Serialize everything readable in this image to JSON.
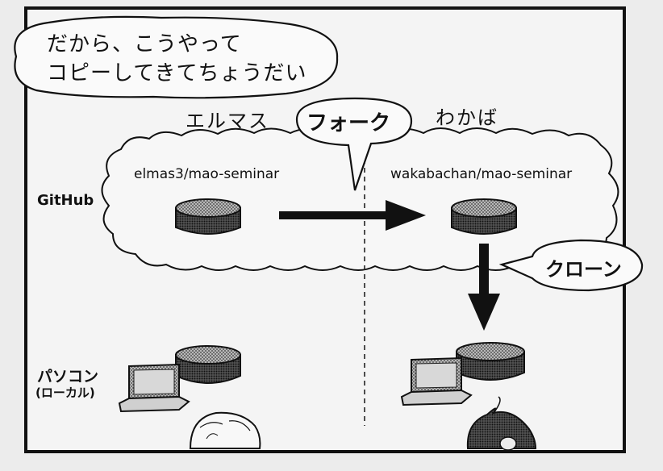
{
  "speech": {
    "narrator": {
      "line1": "だから、こうやって",
      "line2": "コピーしてきてちょうだい"
    },
    "fork": "フォーク",
    "clone": "クローン"
  },
  "owners": {
    "left": "エルマス",
    "right": "わかば"
  },
  "github": {
    "label": "GitHub",
    "left_repo": "elmas3/mao-seminar",
    "right_repo": "wakabachan/mao-seminar"
  },
  "local": {
    "label": "パソコン",
    "sublabel": "(ローカル)"
  },
  "colors": {
    "background": "#ececec",
    "ink": "#111111",
    "panel": "#f4f4f4"
  }
}
